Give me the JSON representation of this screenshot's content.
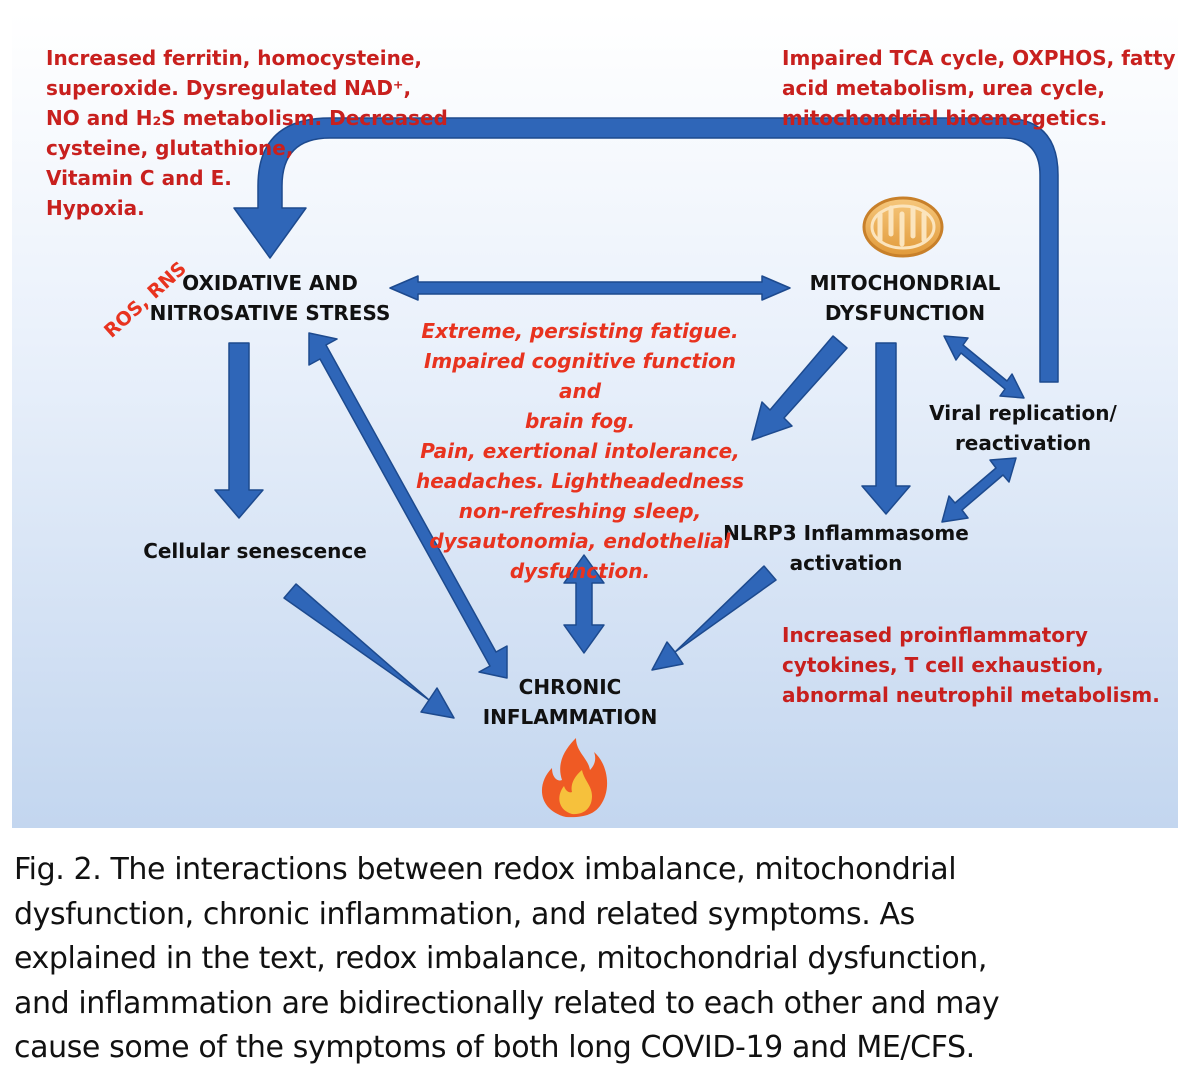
{
  "colors": {
    "arrow": "#2f66b8",
    "arrow_edge": "#1d4a8e",
    "red_text": "#c8201e",
    "symptom_text": "#e8331f"
  },
  "boxes": {
    "top_left": [
      "Increased  ferritin, homocysteine,",
      "superoxide. Dysregulated NAD⁺,",
      "NO and H₂S metabolism. Decreased",
      "cysteine, glutathione,",
      "Vitamin C and E.",
      "Hypoxia."
    ],
    "top_right": [
      "Impaired TCA cycle, OXPHOS, fatty",
      "acid metabolism,  urea cycle,",
      "mitochondrial bioenergetics."
    ],
    "bottom_right": [
      "Increased  proinflammatory",
      "cytokines, T cell exhaustion,",
      "abnormal neutrophil metabolism."
    ]
  },
  "nodes": {
    "oxidative": [
      "OXIDATIVE AND",
      "NITROSATIVE STRESS"
    ],
    "mito": [
      "MITOCHONDRIAL",
      "DYSFUNCTION"
    ],
    "senescence": "Cellular senescence",
    "viral": [
      "Viral replication/",
      "reactivation"
    ],
    "nlrp3": [
      "NLRP3 Inflammasome",
      "activation"
    ],
    "chronic": [
      "CHRONIC",
      "INFLAMMATION"
    ]
  },
  "ros_label": "ROS, RNS",
  "symptoms": [
    "Extreme, persisting fatigue.",
    "Impaired cognitive function and",
    "brain fog.",
    "Pain, exertional intolerance,",
    "headaches. Lightheadedness",
    "non-refreshing sleep,",
    "dysautonomia, endothelial",
    "dysfunction."
  ],
  "icons": {
    "mitochondrion": "mitochondrion-icon",
    "fire": "fire-icon"
  },
  "caption": {
    "label": "Fig. 2.",
    "lines": [
      "The interactions between redox imbalance, mitochondrial",
      "dysfunction, chronic inflammation, and related symptoms. As",
      "explained in the text, redox imbalance, mitochondrial dysfunction,",
      "and inflammation are bidirectionally related to each other and may",
      "cause some of the symptoms of both long COVID-19 and ME/CFS."
    ]
  }
}
